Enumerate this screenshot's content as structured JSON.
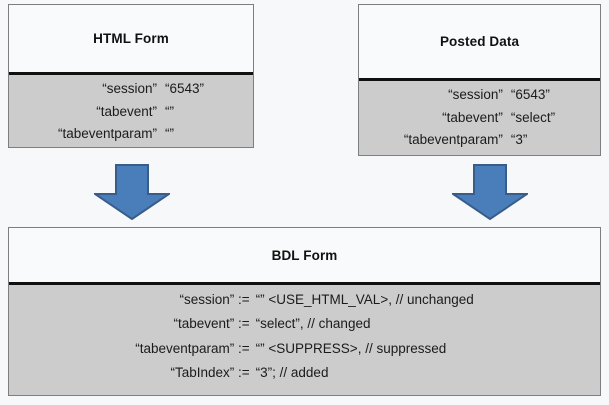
{
  "diagram": {
    "background_color": "#f7f8fa",
    "box_header_bg": "#f9fafb",
    "box_body_bg": "#cccccc",
    "box_border_color": "#7e7e7e",
    "arrow_fill": "#4a7ebb",
    "arrow_stroke": "#385d8a"
  },
  "html_form": {
    "title": "HTML Form",
    "rows": [
      {
        "key": "“session”",
        "value": "“6543”"
      },
      {
        "key": "“tabevent”",
        "value": "“”"
      },
      {
        "key": "“tabeventparam”",
        "value": "“”"
      }
    ]
  },
  "posted_data": {
    "title": "Posted Data",
    "rows": [
      {
        "key": "“session”",
        "value": "“6543”"
      },
      {
        "key": "“tabevent”",
        "value": "“select”"
      },
      {
        "key": "“tabeventparam”",
        "value": "“3”"
      }
    ]
  },
  "bdl_form": {
    "title": "BDL Form",
    "statements": [
      {
        "lhs": "“session” :=",
        "rhs": "“” <USE_HTML_VAL>, // unchanged"
      },
      {
        "lhs": "“tabevent” :=",
        "rhs": "“select”, //  changed"
      },
      {
        "lhs": "“tabeventparam” :=",
        "rhs": "“” <SUPPRESS>, // suppressed"
      },
      {
        "lhs": "“TabIndex” :=",
        "rhs": "“3”; // added"
      }
    ]
  },
  "arrows": {
    "left_label": "html-form-to-bdl-form",
    "right_label": "posted-data-to-bdl-form"
  }
}
